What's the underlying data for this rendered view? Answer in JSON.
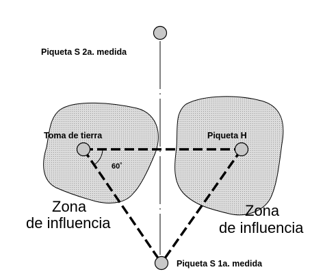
{
  "labels": {
    "stake_s2": "Piqueta S 2a. medida",
    "ground": "Toma de tierra",
    "stake_h": "Piqueta H",
    "angle": "60˚",
    "zone_left_1": "Zona",
    "zone_left_2": "de influencia",
    "zone_right_1": "Zona",
    "zone_right_2": "de influencia",
    "stake_s1": "Piqueta S 1a. medida"
  },
  "colors": {
    "background": "#ffffff",
    "zone_fill": "#d6d6d6",
    "outline": "#000000",
    "node_fill": "#c8c8c8"
  }
}
